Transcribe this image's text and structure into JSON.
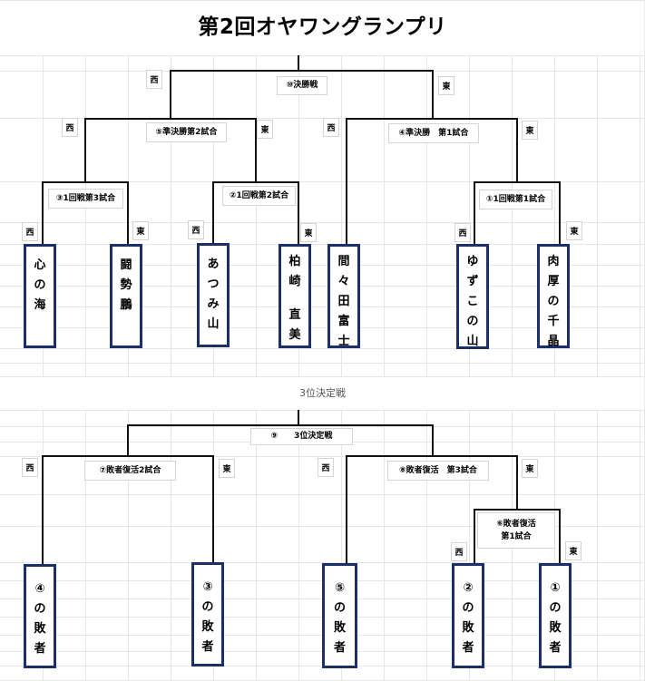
{
  "title": "第2回オヤワングランプリ",
  "colors": {
    "bracket_line": "#111111",
    "player_border": "#1a2f6b",
    "grid": "#e6e6e6",
    "label_border": "#d4d4d4"
  },
  "side_labels": {
    "west": "西",
    "east": "東"
  },
  "main_bracket": {
    "final": "⑩決勝戦",
    "semifinal_2": "⑤準決勝第2試合",
    "semifinal_1": "④準決勝　第1試合",
    "round1_match3": "③1回戦第3試合",
    "round1_match2": "②1回戦第2試合",
    "round1_match1": "①1回戦第1試合",
    "players": [
      {
        "name": "心の海",
        "chars": [
          "心",
          "の",
          "海"
        ]
      },
      {
        "name": "闘勢鵬",
        "chars": [
          "闘",
          "勢",
          "鵬"
        ]
      },
      {
        "name": "あつみ山",
        "chars": [
          "あ",
          "つ",
          "み",
          "山"
        ]
      },
      {
        "name": "柏崎 直美",
        "chars": [
          "柏",
          "崎",
          "",
          "直",
          "美"
        ]
      },
      {
        "name": "間々田富士",
        "chars": [
          "間",
          "々",
          "田",
          "富",
          "士"
        ]
      },
      {
        "name": "ゆずこの山",
        "chars": [
          "ゆ",
          "ず",
          "こ",
          "の",
          "山"
        ]
      },
      {
        "name": "肉厚の千晶",
        "chars": [
          "肉",
          "厚",
          "の",
          "千",
          "晶"
        ]
      }
    ]
  },
  "third_place": {
    "section_title": "3位決定戦",
    "match9": "⑨　　3位決定戦",
    "match7": "⑦敗者復活2試合",
    "match8": "⑧敗者復活　第3試合",
    "match6_line1": "⑥敗者復活",
    "match6_line2": "第1試合",
    "entries": [
      {
        "name": "④の敗者",
        "chars": [
          "④",
          "の",
          "敗",
          "者"
        ]
      },
      {
        "name": "③の敗者",
        "chars": [
          "③",
          "の",
          "敗",
          "者"
        ]
      },
      {
        "name": "⑤の敗者",
        "chars": [
          "⑤",
          "の",
          "敗",
          "者"
        ]
      },
      {
        "name": "②の敗者",
        "chars": [
          "②",
          "の",
          "敗",
          "者"
        ]
      },
      {
        "name": "①の敗者",
        "chars": [
          "①",
          "の",
          "敗",
          "者"
        ]
      }
    ]
  }
}
